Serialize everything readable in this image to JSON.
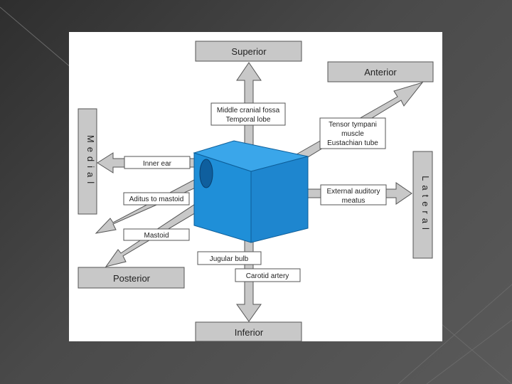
{
  "directions": {
    "superior": "Superior",
    "anterior": "Anterior",
    "medial": "Medial",
    "lateral": "Lateral",
    "posterior": "Posterior",
    "inferior": "Inferior"
  },
  "relations": {
    "roof": [
      "Middle cranial fossa",
      "Temporal lobe"
    ],
    "anterior_wall": [
      "Tensor tympani",
      "muscle",
      "Eustachian tube"
    ],
    "medial_wall": "Inner ear",
    "lateral_wall": [
      "External auditory",
      "meatus"
    ],
    "posterior_upper": "Aditus to mastoid",
    "posterior_lower": "Mastoid",
    "floor": "Jugular bulb",
    "anterior_floor": "Carotid artery"
  },
  "colors": {
    "cube_front": "#1f8fd8",
    "cube_top": "#3aa6ea",
    "cube_side": "#1e86cf",
    "box_fill": "#c8c8c8",
    "label_fill": "#ffffff",
    "arrow_fill": "#c8c8c8"
  }
}
